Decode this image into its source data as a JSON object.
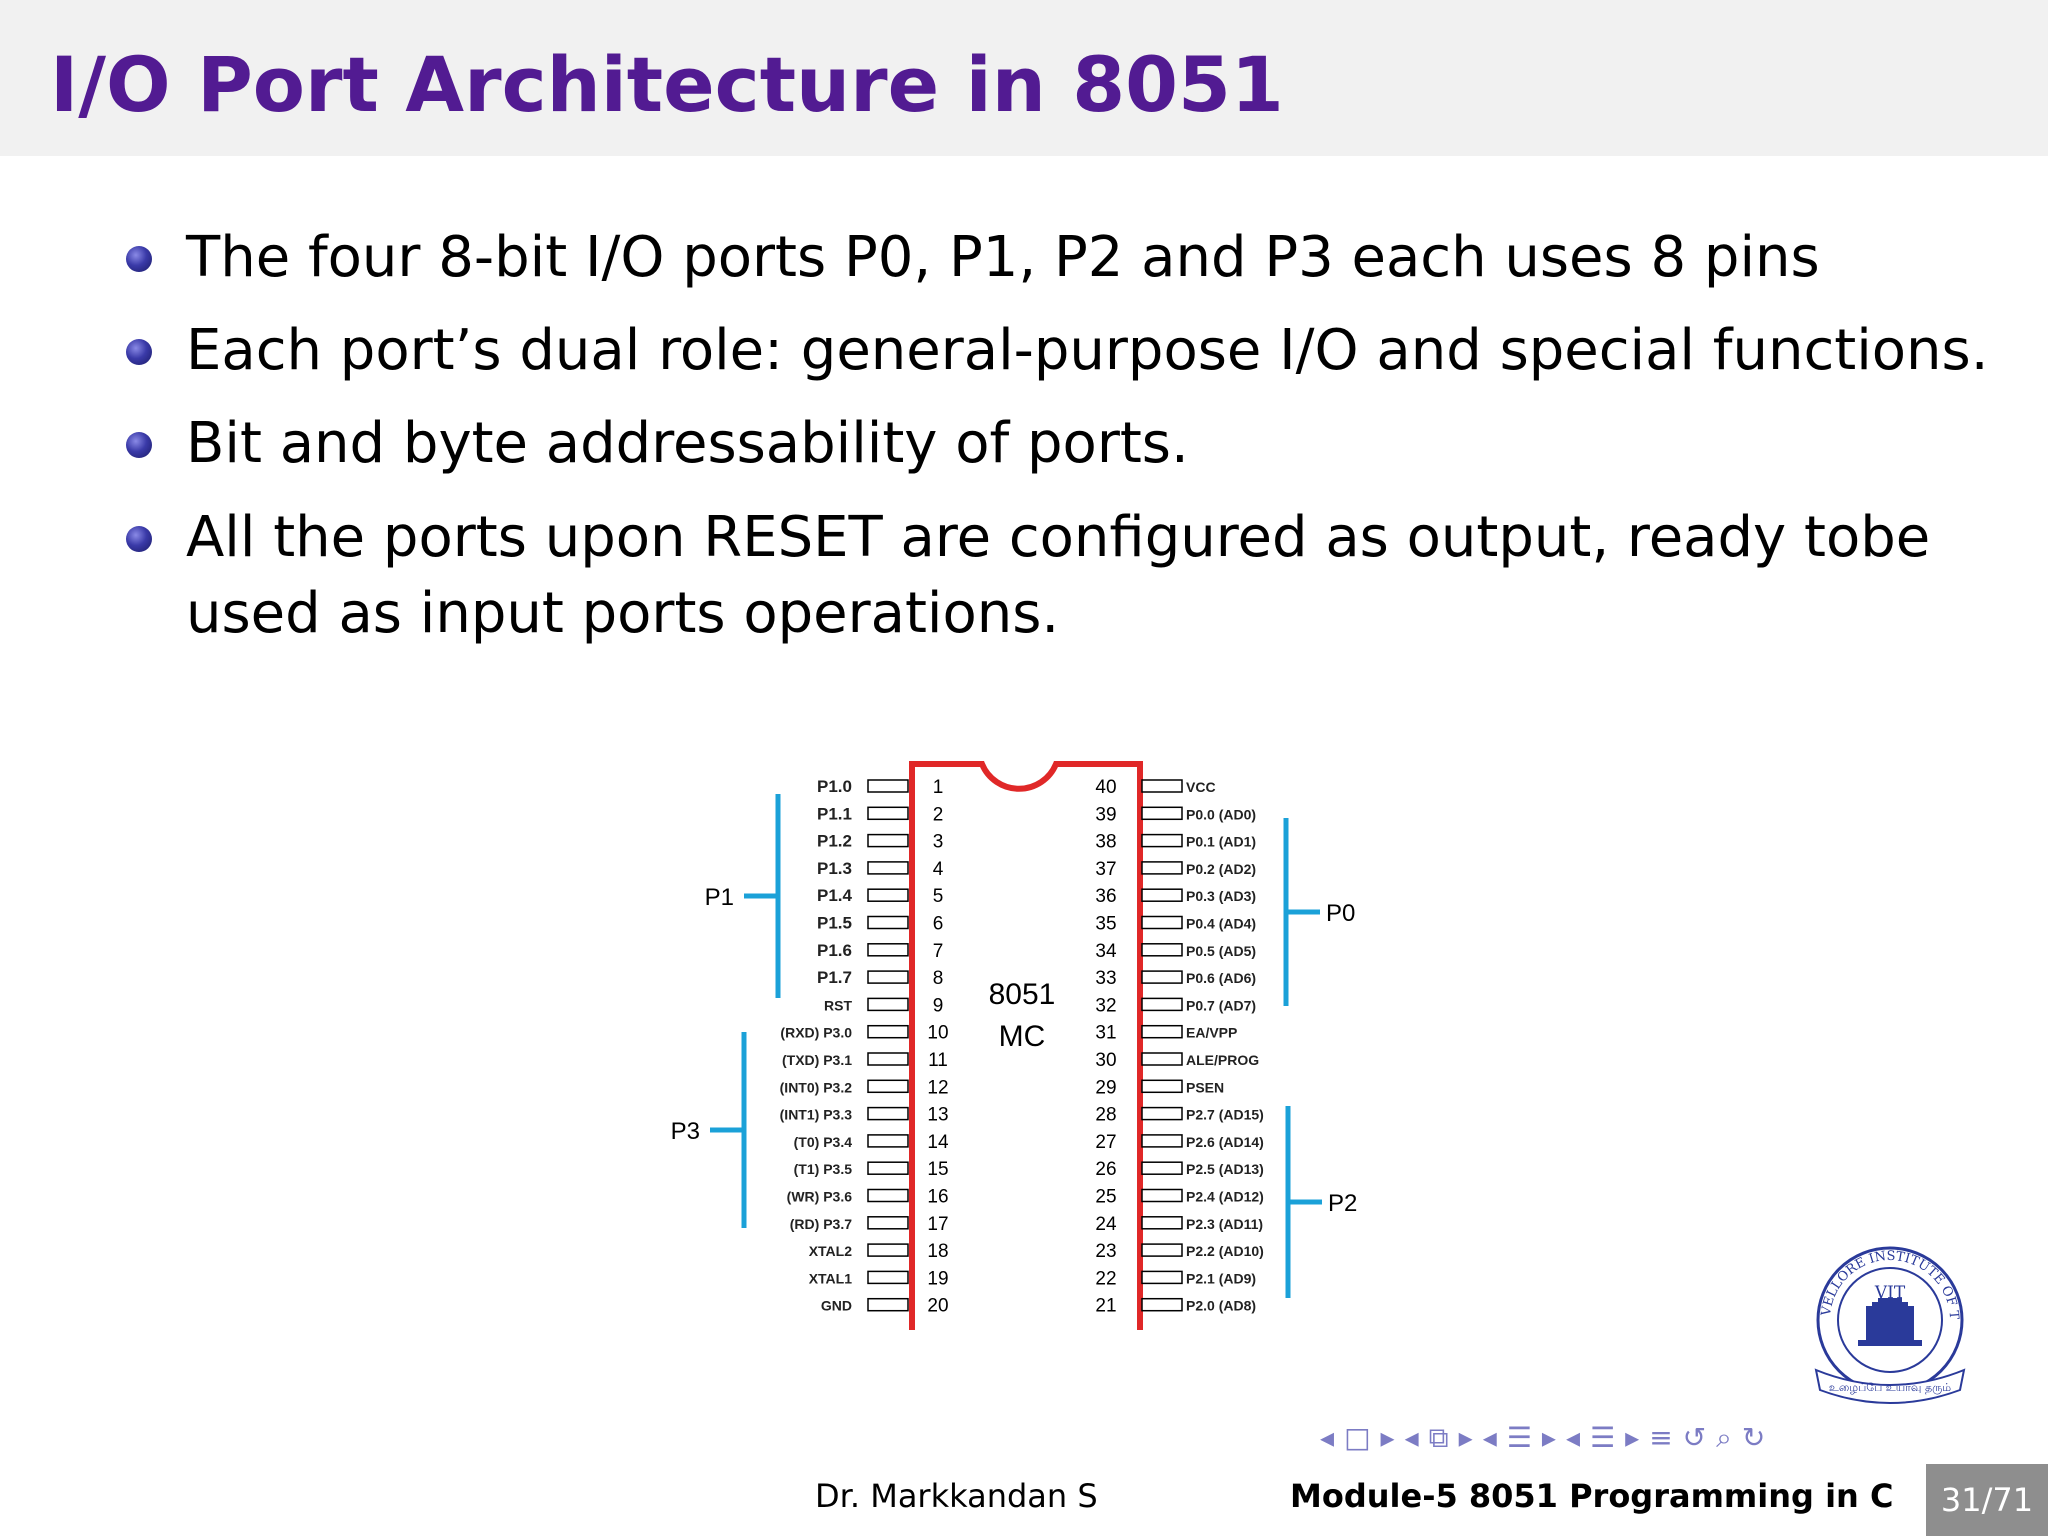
{
  "slide": {
    "title": "I/O Port Architecture in 8051",
    "bullets": [
      "The four 8-bit I/O ports P0, P1, P2 and P3 each uses 8 pins",
      "Each port’s dual role: general-purpose I/O and special functions.",
      "Bit and byte addressability of ports.",
      "All the ports upon RESET are configured as output, ready tobe used as input ports operations."
    ]
  },
  "diagram": {
    "chip_label": [
      "8051",
      "MC"
    ],
    "left_pins": [
      {
        "num": "1",
        "label": "P1.0"
      },
      {
        "num": "2",
        "label": "P1.1"
      },
      {
        "num": "3",
        "label": "P1.2"
      },
      {
        "num": "4",
        "label": "P1.3"
      },
      {
        "num": "5",
        "label": "P1.4"
      },
      {
        "num": "6",
        "label": "P1.5"
      },
      {
        "num": "7",
        "label": "P1.6"
      },
      {
        "num": "8",
        "label": "P1.7"
      },
      {
        "num": "9",
        "label": "RST"
      },
      {
        "num": "10",
        "label": "(RXD) P3.0"
      },
      {
        "num": "11",
        "label": "(TXD) P3.1"
      },
      {
        "num": "12",
        "label": "(INT0) P3.2"
      },
      {
        "num": "13",
        "label": "(INT1) P3.3"
      },
      {
        "num": "14",
        "label": "(T0) P3.4"
      },
      {
        "num": "15",
        "label": "(T1) P3.5"
      },
      {
        "num": "16",
        "label": "(WR) P3.6"
      },
      {
        "num": "17",
        "label": "(RD) P3.7"
      },
      {
        "num": "18",
        "label": "XTAL2"
      },
      {
        "num": "19",
        "label": "XTAL1"
      },
      {
        "num": "20",
        "label": "GND"
      }
    ],
    "right_pins": [
      {
        "num": "40",
        "label": "VCC"
      },
      {
        "num": "39",
        "label": "P0.0 (AD0)"
      },
      {
        "num": "38",
        "label": "P0.1 (AD1)"
      },
      {
        "num": "37",
        "label": "P0.2 (AD2)"
      },
      {
        "num": "36",
        "label": "P0.3 (AD3)"
      },
      {
        "num": "35",
        "label": "P0.4 (AD4)"
      },
      {
        "num": "34",
        "label": "P0.5 (AD5)"
      },
      {
        "num": "33",
        "label": "P0.6 (AD6)"
      },
      {
        "num": "32",
        "label": "P0.7 (AD7)"
      },
      {
        "num": "31",
        "label": "EA/VPP"
      },
      {
        "num": "30",
        "label": "ALE/PROG"
      },
      {
        "num": "29",
        "label": "PSEN"
      },
      {
        "num": "28",
        "label": "P2.7 (AD15)"
      },
      {
        "num": "27",
        "label": "P2.6 (AD14)"
      },
      {
        "num": "26",
        "label": "P2.5 (AD13)"
      },
      {
        "num": "25",
        "label": "P2.4 (AD12)"
      },
      {
        "num": "24",
        "label": "P2.3 (AD11)"
      },
      {
        "num": "23",
        "label": "P2.2 (AD10)"
      },
      {
        "num": "22",
        "label": "P2.1 (AD9)"
      },
      {
        "num": "21",
        "label": "P2.0 (AD8)"
      }
    ],
    "port_groups": [
      "P1",
      "P3",
      "P0",
      "P2"
    ],
    "colors": {
      "chip_outline": "#e02828",
      "bracket": "#1ba1d8"
    }
  },
  "logo": {
    "text": "VIT",
    "ring_text": "VELLORE INSTITUTE OF TECHNOLOGY",
    "banner_text": "உழைப்பே உயர்வு தரும்"
  },
  "footer": {
    "author": "Dr. Markkandan S",
    "module": "Module-5  8051 Programming in C",
    "page": "31/71"
  },
  "nav_icons": [
    "nav-frame-prev-icon",
    "nav-frame-icon",
    "nav-frame-next-icon",
    "nav-subsection-prev-icon",
    "nav-subsection-icon",
    "nav-subsection-next-icon",
    "nav-section-prev-icon",
    "nav-section-icon",
    "nav-section-next-icon",
    "nav-doc-prev-icon",
    "nav-doc-icon",
    "nav-doc-next-icon",
    "nav-align-icon",
    "nav-back-icon",
    "nav-search-icon",
    "nav-forward-icon"
  ]
}
